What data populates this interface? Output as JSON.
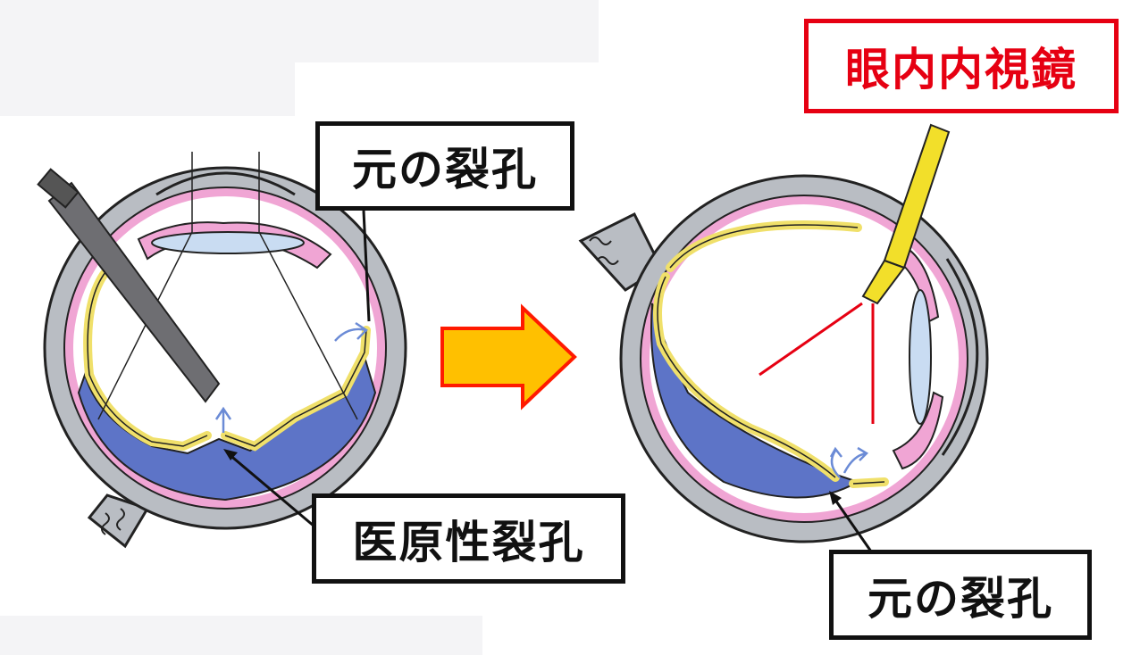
{
  "labels": {
    "original_hole_left": "元の裂孔",
    "iatrogenic_hole": "医原性裂孔",
    "endoscope": "眼内内視鏡",
    "original_hole_right": "元の裂孔"
  },
  "colors": {
    "sclera": "#b9bdc3",
    "choroid": "#f0a5d4",
    "retina": "#f0e06a",
    "fluid": "#5d74c7",
    "lens": "#c9dcf2",
    "arrow": "#ffc000",
    "arrow_outline": "#ff1a00",
    "endoscope": "#f2df2a",
    "light_ray": "#e60012",
    "callout_red": "#e60012",
    "outline": "#222222"
  }
}
